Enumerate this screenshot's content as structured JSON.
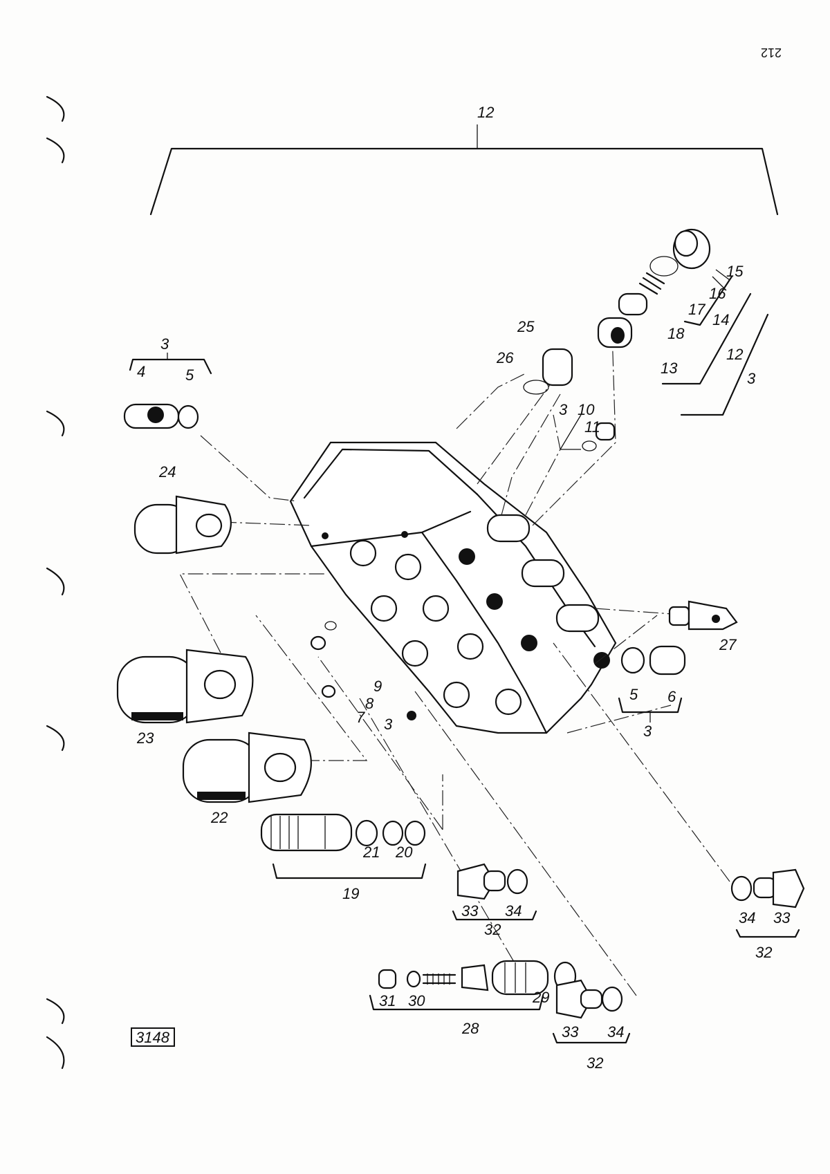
{
  "page_number": "212",
  "drawing_number": "3148",
  "callouts": [
    {
      "id": "c12top",
      "text": "12"
    },
    {
      "id": "c15",
      "text": "15"
    },
    {
      "id": "c16",
      "text": "16"
    },
    {
      "id": "c17",
      "text": "17"
    },
    {
      "id": "c14",
      "text": "14"
    },
    {
      "id": "c18",
      "text": "18"
    },
    {
      "id": "c13",
      "text": "13"
    },
    {
      "id": "c12r",
      "text": "12"
    },
    {
      "id": "c3r",
      "text": "3"
    },
    {
      "id": "c25",
      "text": "25"
    },
    {
      "id": "c26",
      "text": "26"
    },
    {
      "id": "c10",
      "text": "10"
    },
    {
      "id": "c11",
      "text": "11"
    },
    {
      "id": "c3m",
      "text": "3"
    },
    {
      "id": "c3tl",
      "text": "3"
    },
    {
      "id": "c4",
      "text": "4"
    },
    {
      "id": "c5a",
      "text": "5"
    },
    {
      "id": "c24",
      "text": "24"
    },
    {
      "id": "c27",
      "text": "27"
    },
    {
      "id": "c5b",
      "text": "5"
    },
    {
      "id": "c6",
      "text": "6"
    },
    {
      "id": "c3b",
      "text": "3"
    },
    {
      "id": "c23",
      "text": "23"
    },
    {
      "id": "c9",
      "text": "9"
    },
    {
      "id": "c8",
      "text": "8"
    },
    {
      "id": "c7",
      "text": "7"
    },
    {
      "id": "c3c",
      "text": "3"
    },
    {
      "id": "c22",
      "text": "22"
    },
    {
      "id": "c21",
      "text": "21"
    },
    {
      "id": "c20",
      "text": "20"
    },
    {
      "id": "c19",
      "text": "19"
    },
    {
      "id": "c33a",
      "text": "33"
    },
    {
      "id": "c34a",
      "text": "34"
    },
    {
      "id": "c32a",
      "text": "32"
    },
    {
      "id": "c34r",
      "text": "34"
    },
    {
      "id": "c33r",
      "text": "33"
    },
    {
      "id": "c32r",
      "text": "32"
    },
    {
      "id": "c31",
      "text": "31"
    },
    {
      "id": "c30",
      "text": "30"
    },
    {
      "id": "c29",
      "text": "29"
    },
    {
      "id": "c28",
      "text": "28"
    },
    {
      "id": "c33b",
      "text": "33"
    },
    {
      "id": "c34b",
      "text": "34"
    },
    {
      "id": "c32b",
      "text": "32"
    }
  ]
}
